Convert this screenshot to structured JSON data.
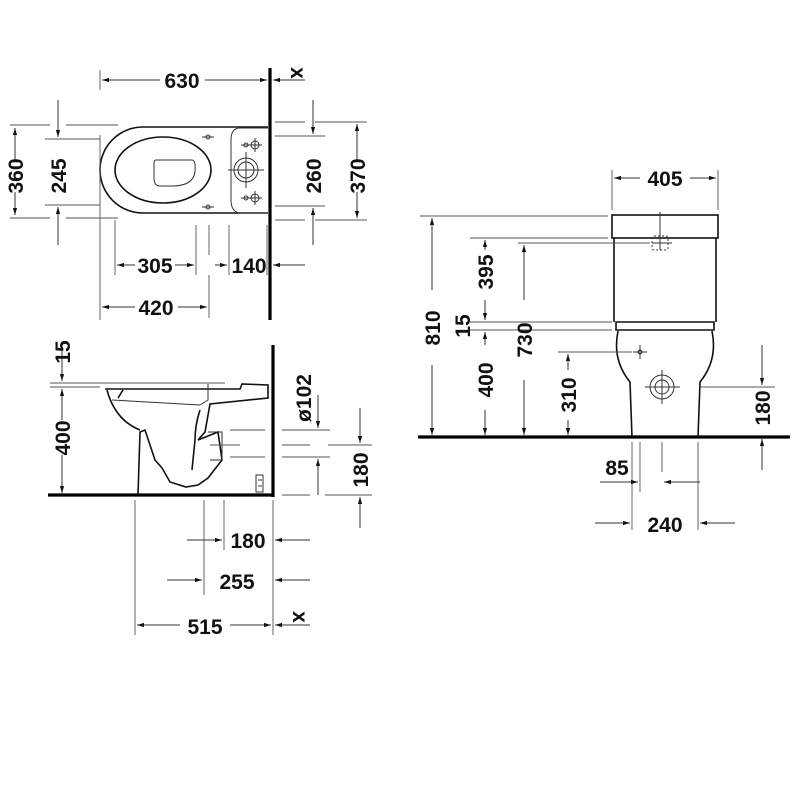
{
  "top_view": {
    "overall_length": "630",
    "wall_gap": "x",
    "overall_width": "360",
    "seat_fixing_spacing": "245",
    "tank_fixing_spacing": "260",
    "tank_width": "370",
    "seat_fixing_distance": "305",
    "tank_fixing_to_wall": "140",
    "front_to_fixing": "420"
  },
  "side_view": {
    "seat_thickness": "15",
    "rim_height": "400",
    "outlet_diameter": "ø102",
    "outlet_height": "180",
    "outlet_to_wall": "180",
    "floor_fixing_to_wall": "255",
    "base_length": "515",
    "wall_gap": "x"
  },
  "front_view": {
    "tank_width": "405",
    "total_height": "810",
    "tank_height": "395",
    "seat_thickness": "15",
    "rim_height": "400",
    "inlet_height": "730",
    "fixing_height": "310",
    "outlet_height": "180",
    "fixing_offset": "85",
    "base_width": "240"
  }
}
